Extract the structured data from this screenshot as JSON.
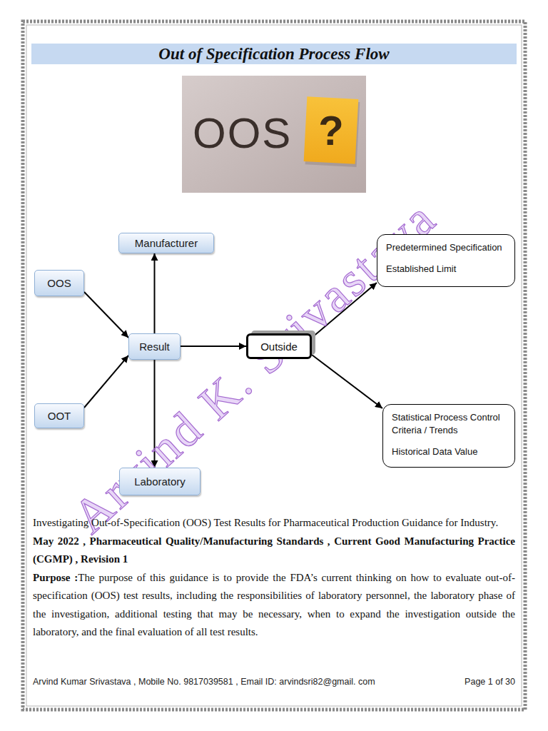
{
  "diagram": {
    "title": "Out of Specification Process Flow",
    "nodes": [
      {
        "text": [
          "Manufacturer"
        ]
      },
      {
        "text": [
          "Predetermined Specification",
          "Established Limit"
        ]
      },
      {
        "text": [
          "OOS"
        ]
      },
      {
        "text": [
          "Result"
        ]
      },
      {
        "text": [
          "Outside"
        ]
      },
      {
        "text": [
          "OOT"
        ]
      },
      {
        "text": [
          "Statistical Process Control Criteria / Trends",
          "Historical Data Value"
        ]
      },
      {
        "text": [
          "Laboratory"
        ]
      }
    ],
    "edges": [
      {
        "from": 2,
        "to": 3,
        "arrow": "to"
      },
      {
        "from": 5,
        "to": 3,
        "arrow": "to"
      },
      {
        "from": 3,
        "to": 0,
        "arrow": "to"
      },
      {
        "from": 3,
        "to": 7,
        "arrow": "to"
      },
      {
        "from": 3,
        "to": 4,
        "arrow": "to"
      },
      {
        "from": 4,
        "to": 1,
        "arrow": "to"
      },
      {
        "from": 4,
        "to": 6,
        "arrow": "to"
      }
    ],
    "labels": [
      "OOS",
      "?",
      "Arvind K. Srivastava",
      "Investigating Out-of-Specification (OOS) Test Results for Pharmaceutical Production Guidance for Industry.",
      "May 2022 , Pharmaceutical Quality/Manufacturing Standards , Current Good Manufacturing Practice (CGMP) , Revision 1",
      "Purpose :",
      "The purpose of this guidance is to provide the FDA’s current thinking on how to evaluate out-of-specification (OOS) test results, including the responsibilities of laboratory personnel, the laboratory phase of the investigation, additional testing that may be necessary, when to expand the investigation outside the laboratory, and the final evaluation of all test results.",
      "Arvind Kumar Srivastava , Mobile No. 9817039581 , Email ID: arvindsri82@gmail. com",
      "Page 1 of 30"
    ]
  }
}
